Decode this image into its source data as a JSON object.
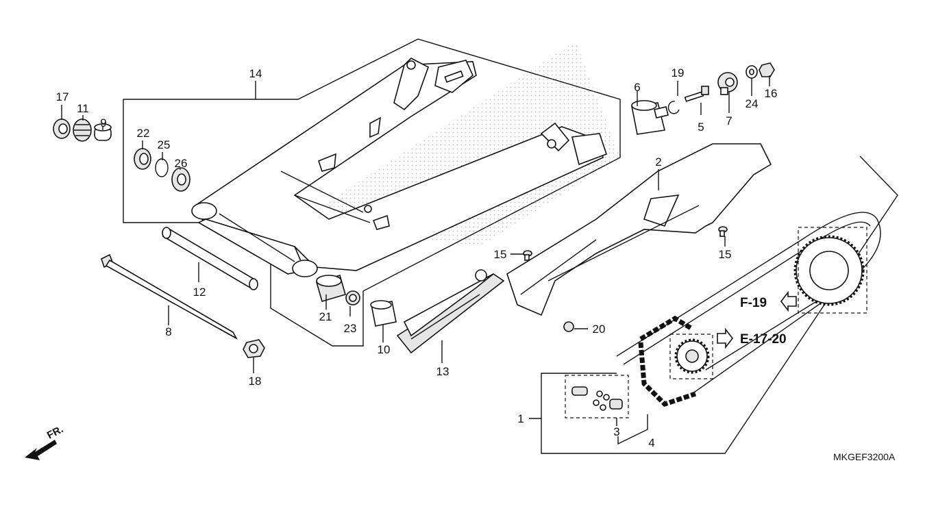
{
  "diagram_code": "MKGEF3200A",
  "front_marker": "FR.",
  "refs": {
    "f19": "F-19",
    "e1720": "E-17-20"
  },
  "parts": {
    "p1": "1",
    "p2": "2",
    "p3": "3",
    "p4": "4",
    "p5": "5",
    "p6": "6",
    "p7": "7",
    "p8": "8",
    "p9": "9",
    "p10": "10",
    "p11": "11",
    "p12": "12",
    "p13": "13",
    "p14": "14",
    "p15a": "15",
    "p15b": "15",
    "p16": "16",
    "p17": "17",
    "p18": "18",
    "p19": "19",
    "p20": "20",
    "p21": "21",
    "p22": "22",
    "p23": "23",
    "p24": "24",
    "p25": "25",
    "p26": "26"
  }
}
